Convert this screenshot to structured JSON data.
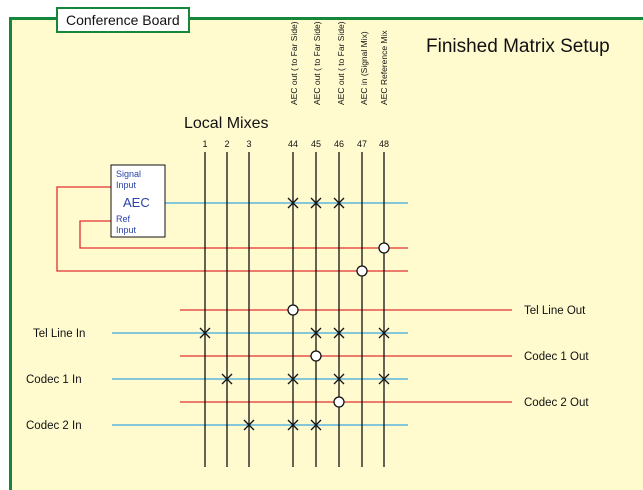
{
  "board_label": "Conference Board",
  "title": "Finished Matrix Setup",
  "local_mixes_label": "Local Mixes",
  "column_numbers": [
    "1",
    "2",
    "3",
    "44",
    "45",
    "46",
    "47",
    "48"
  ],
  "column_headers": [
    "AEC out ( to Far Side)",
    "AEC out ( to Far Side)",
    "AEC out ( to Far Side)",
    "AEC in (Signal Mix)",
    "AEC Reference Mix"
  ],
  "aec_block": {
    "title": "AEC",
    "signal_input": [
      "Signal",
      "Input"
    ],
    "ref_input": [
      "Ref",
      "Input"
    ]
  },
  "inputs": [
    "Tel Line In",
    "Codec 1 In",
    "Codec 2 In"
  ],
  "outputs": [
    "Tel Line Out",
    "Codec 1 Out",
    "Codec 2 Out"
  ],
  "colors": {
    "input_line": "#3aa8e0",
    "output_line": "#e03030",
    "board_border": "#15873b",
    "board_fill": "#fffbcf",
    "aec_text": "#2a43a8"
  }
}
